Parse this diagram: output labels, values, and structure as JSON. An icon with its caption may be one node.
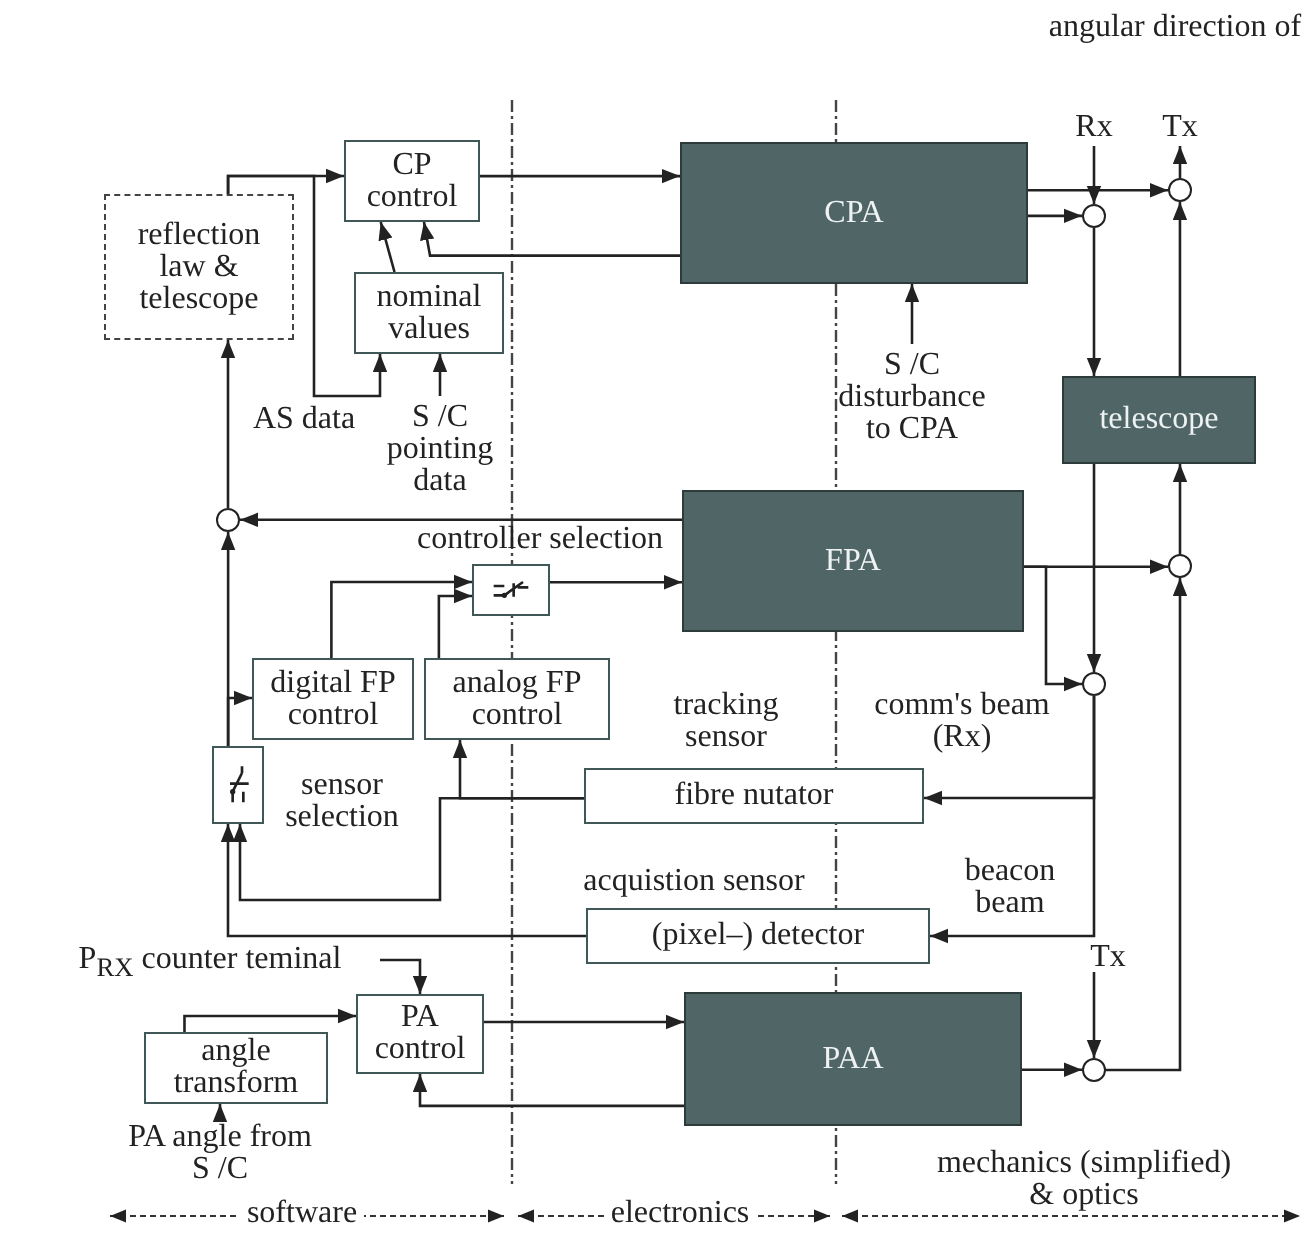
{
  "diagram": {
    "nodes": [
      {
        "text": [
          "reflection law & telescope"
        ]
      },
      {
        "text": [
          "CP control"
        ]
      },
      {
        "text": [
          "nominal values"
        ]
      },
      {
        "text": [
          "CPA"
        ]
      },
      {
        "text": [],
        "shape": "circle"
      },
      {
        "text": [],
        "shape": "circle"
      },
      {
        "text": [
          "telescope"
        ]
      },
      {
        "text": [],
        "shape": "circle"
      },
      {
        "text": [
          "FPA"
        ]
      },
      {
        "text": [],
        "shape": "circle"
      },
      {
        "text": [],
        "shape": "box",
        "beside": [
          "controller selection"
        ]
      },
      {
        "text": [
          "digital FP control"
        ]
      },
      {
        "text": [
          "analog FP control"
        ]
      },
      {
        "text": [],
        "shape": "box",
        "beside": [
          "sensor selection"
        ]
      },
      {
        "text": [
          "fibre nutator"
        ],
        "beside": [
          "tracking sensor"
        ]
      },
      {
        "text": [],
        "shape": "circle"
      },
      {
        "text": [
          "(pixel–) detector"
        ],
        "beside": [
          "acquistion sensor"
        ]
      },
      {
        "text": [
          "PA control"
        ]
      },
      {
        "text": [
          "angle transform"
        ]
      },
      {
        "text": [
          "PAA"
        ]
      },
      {
        "text": [],
        "shape": "circle"
      },
      {
        "text": [
          "S /C pointing data"
        ]
      },
      {
        "text": [
          "S /C disturbance to CPA"
        ]
      },
      {
        "text": [
          "Rx"
        ]
      },
      {
        "text": [
          "Tx"
        ]
      },
      {
        "text": [
          "Tx"
        ]
      },
      {
        "text": [
          "P$_{RX}$ counter teminal"
        ]
      },
      {
        "text": [
          "PA angle from S /C"
        ]
      }
    ],
    "edges": [
      {
        "from": 0,
        "to": 1,
        "arrow": "to"
      },
      {
        "from": 0,
        "to": 2,
        "arrow": "to"
      },
      {
        "from": 21,
        "to": 2,
        "arrow": "to"
      },
      {
        "from": 2,
        "to": 1,
        "arrow": "to"
      },
      {
        "from": 3,
        "to": 1,
        "arrow": "to"
      },
      {
        "from": 1,
        "to": 3,
        "arrow": "to"
      },
      {
        "from": 3,
        "to": 5,
        "arrow": "to"
      },
      {
        "from": 3,
        "to": 4,
        "arrow": "to"
      },
      {
        "from": 23,
        "to": 4,
        "arrow": "to"
      },
      {
        "from": 5,
        "to": 24,
        "arrow": "to"
      },
      {
        "from": 4,
        "to": 6,
        "arrow": "to"
      },
      {
        "from": 6,
        "to": 5,
        "arrow": "to"
      },
      {
        "from": 22,
        "to": 3,
        "arrow": "to"
      },
      {
        "from": 6,
        "to": 15,
        "arrow": "to"
      },
      {
        "from": 9,
        "to": 6,
        "arrow": "to"
      },
      {
        "from": 8,
        "to": 9,
        "arrow": "to"
      },
      {
        "from": 8,
        "to": 15,
        "arrow": "to"
      },
      {
        "from": 15,
        "to": 14,
        "arrow": "to"
      },
      {
        "from": 15,
        "to": 16,
        "arrow": "to"
      },
      {
        "from": 14,
        "to": 12,
        "arrow": "to"
      },
      {
        "from": 14,
        "to": 13,
        "arrow": "to"
      },
      {
        "from": 16,
        "to": 13,
        "arrow": "to"
      },
      {
        "from": 13,
        "to": 7,
        "arrow": "to"
      },
      {
        "from": 13,
        "to": 11,
        "arrow": "to"
      },
      {
        "from": 11,
        "to": 10,
        "arrow": "to"
      },
      {
        "from": 12,
        "to": 10,
        "arrow": "to"
      },
      {
        "from": 10,
        "to": 8,
        "arrow": "to"
      },
      {
        "from": 8,
        "to": 7,
        "arrow": "to"
      },
      {
        "from": 7,
        "to": 0,
        "arrow": "to"
      },
      {
        "from": 18,
        "to": 17,
        "arrow": "to"
      },
      {
        "from": 26,
        "to": 17,
        "arrow": "to"
      },
      {
        "from": 27,
        "to": 18,
        "arrow": "to"
      },
      {
        "from": 17,
        "to": 19,
        "arrow": "to"
      },
      {
        "from": 19,
        "to": 17,
        "arrow": "to"
      },
      {
        "from": 19,
        "to": 20,
        "arrow": "to"
      },
      {
        "from": 25,
        "to": 20,
        "arrow": "to"
      },
      {
        "from": 20,
        "to": 9,
        "arrow": "to"
      }
    ],
    "labels": [
      "angular direction of",
      "AS data",
      "comm's beam (Rx)",
      "beacon beam",
      "software",
      "electronics",
      "mechanics (simplified) & optics"
    ]
  }
}
